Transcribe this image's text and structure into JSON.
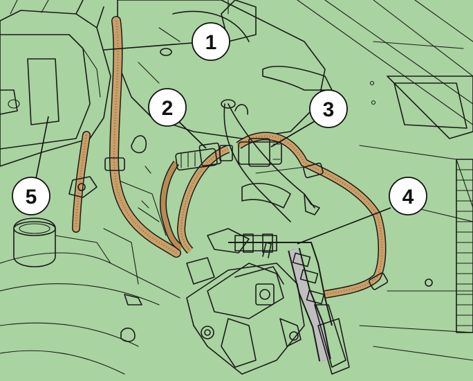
{
  "colors": {
    "background": "#a9d3a0",
    "line_art": "#1a1a1a",
    "wire_sleeve": "#c9a06a",
    "wire_sleeve_dark": "#8a6a3a",
    "sensor_body": "#d9b98a",
    "housing_gray": "#bfbfbf",
    "callout_fill": "#ffffff"
  },
  "callouts": [
    {
      "id": "1",
      "label": "1"
    },
    {
      "id": "2",
      "label": "2"
    },
    {
      "id": "3",
      "label": "3"
    },
    {
      "id": "4",
      "label": "4"
    },
    {
      "id": "5",
      "label": "5"
    }
  ]
}
